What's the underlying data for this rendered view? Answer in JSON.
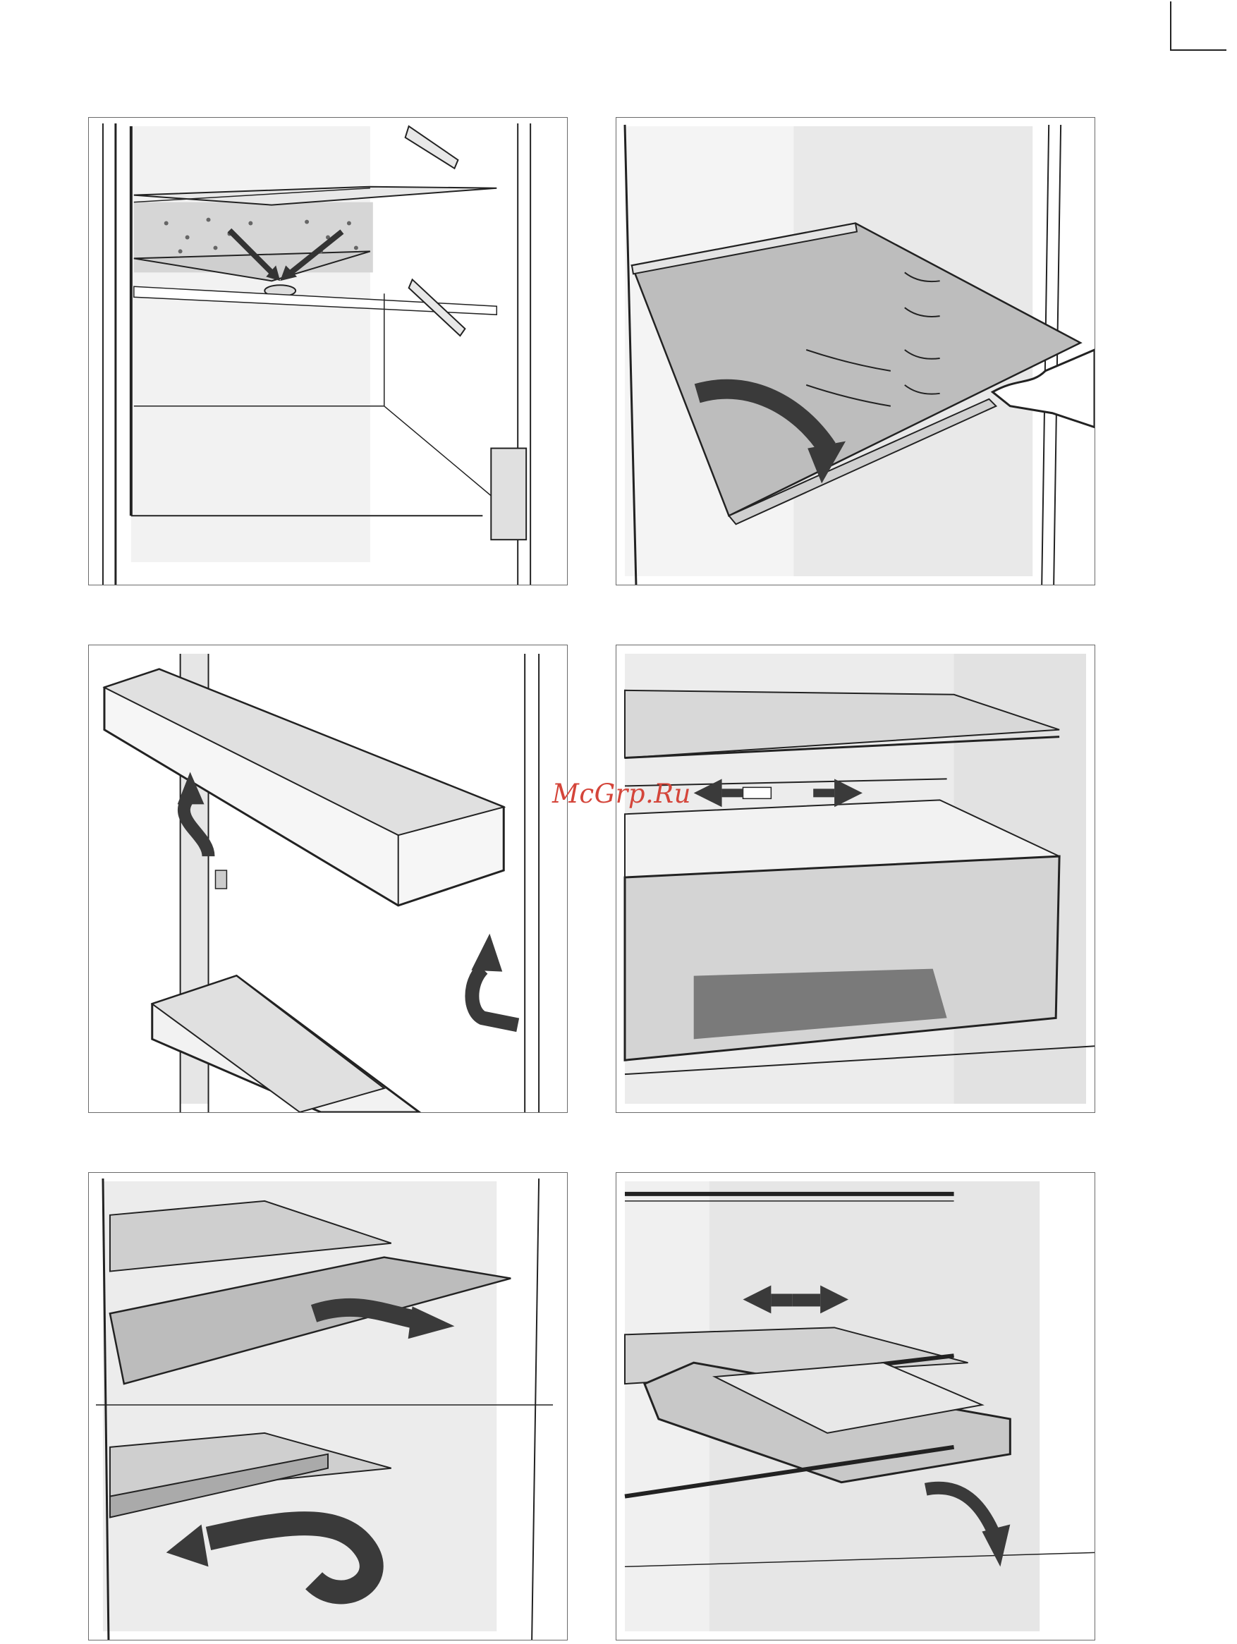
{
  "page": {
    "watermark_text": "McGrp.Ru"
  },
  "colors": {
    "line": "#222222",
    "shade_light": "#eeeeee",
    "shade_mid": "#d8d8d8",
    "shade_dark": "#b0b0b0",
    "arrow_fill": "#3a3a3a",
    "watermark": "#d4453a"
  },
  "figures": [
    {
      "id": "fig-1",
      "icon": "condensate-drain-illustration"
    },
    {
      "id": "fig-2",
      "icon": "shelf-tilt-remove-illustration"
    },
    {
      "id": "fig-3",
      "icon": "door-rack-lift-illustration"
    },
    {
      "id": "fig-4",
      "icon": "drawer-slide-illustration"
    },
    {
      "id": "fig-5",
      "icon": "folding-shelf-illustration"
    },
    {
      "id": "fig-6",
      "icon": "shelf-tray-remove-illustration"
    }
  ]
}
